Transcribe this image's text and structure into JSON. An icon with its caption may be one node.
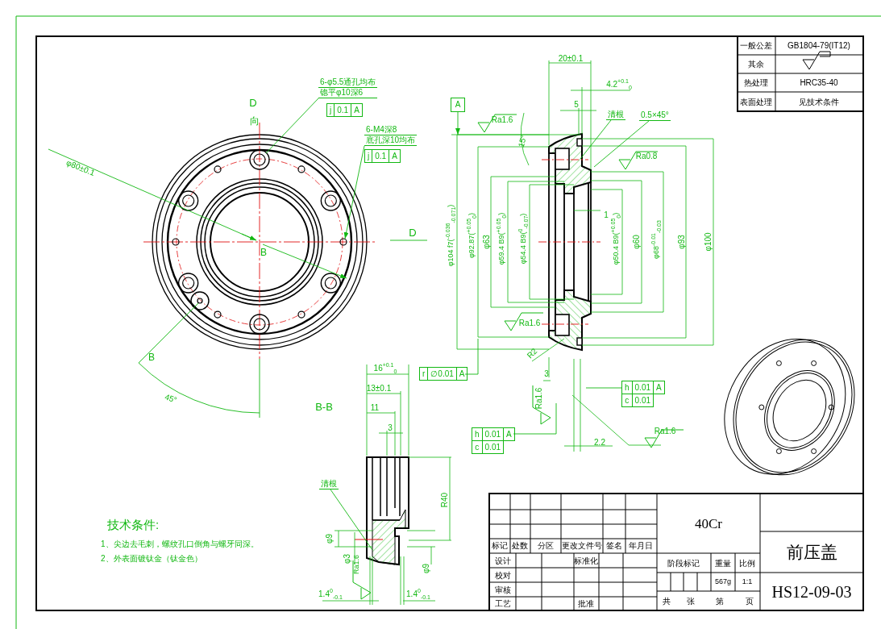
{
  "diagram": {
    "nodes": [
      {
        "text": [
          "6-φ5.5通孔均布",
          "锪平φ10深6"
        ]
      },
      {
        "text": [
          "6-M4深8",
          "底孔深10均布"
        ]
      },
      {
        "text": [
          "清根"
        ]
      },
      {
        "text": [
          "0.5×45°"
        ]
      },
      {
        "text": [
          "清根"
        ]
      },
      {
        "text": [
          "j",
          "0.1",
          "A"
        ]
      },
      {
        "text": [
          "j",
          "0.1",
          "A"
        ]
      },
      {
        "text": [
          "r",
          "∅0.01",
          "A"
        ]
      },
      {
        "text": [
          "h",
          "0.01",
          "A",
          "c",
          "0.01"
        ]
      },
      {
        "text": [
          "h",
          "0.01",
          "A",
          "c",
          "0.01"
        ]
      },
      {
        "text": [
          "A"
        ]
      },
      {
        "text": [],
        "shape": "picture"
      }
    ],
    "edges": [
      {
        "from": 0,
        "to": null,
        "arrow": "none"
      },
      {
        "from": 1,
        "to": null,
        "arrow": "to"
      },
      {
        "from": 2,
        "to": 11,
        "arrow": "none"
      },
      {
        "from": 3,
        "to": 11,
        "arrow": "none"
      },
      {
        "from": 4,
        "to": null,
        "arrow": "none"
      },
      {
        "from": 7,
        "to": null,
        "arrow": "none"
      },
      {
        "from": 8,
        "to": null,
        "arrow": "none"
      },
      {
        "from": 9,
        "to": null,
        "arrow": "none"
      },
      {
        "from": 10,
        "to": null,
        "arrow": "to"
      }
    ],
    "labels": [
      "D",
      "向",
      "φ80±0.1",
      "B",
      "D",
      "B",
      "45°",
      "B-B",
      "20±0.1",
      "4.2$^{+0.1}$$_{0}$",
      "5",
      "Ra1.6",
      "15°",
      "Ra0.8",
      "φ104 f7($^{-0.036}$$_{-0.071}$)",
      "φ92.87($^{+0.05}$$_{0}$)",
      "φ63",
      "φ59.4 B9($^{+0.05}$$_{0}$)",
      "φ54.4 B9($^{0}$$_{-0.07}$)",
      "1",
      "φ50.4 B9($^{+0.05}$$_{0}$)",
      "φ60",
      "φ68$^{-0.01}$$_{-0.03}$",
      "φ93",
      "φ100",
      "Ra1.6",
      "R2",
      "3",
      "Ra1.6",
      "2.2",
      "Ra1.6",
      "16$^{+0.1}$$_{0}$",
      "13±0.1",
      "11",
      "3",
      "R40",
      "φ9",
      "φ3",
      "Ra1.6",
      "φ9",
      "1.4$^{0}$$_{-0.1}$",
      "1.4$^{0}$$_{-0.1}$",
      "技术条件:",
      "1、尖边去毛刺，螺纹孔口倒角与螺牙同深。",
      "2、外表面镀钛金（钛金色）",
      "一般公差",
      "GB1804-79(IT12)",
      "其余",
      "热处理",
      "HRC35-40",
      "表面处理",
      "见技术条件",
      "40Cr",
      "标记",
      "处数",
      "分区",
      "更改文件号",
      "签名",
      "年月日",
      "设计",
      "标准化",
      "校对",
      "审核",
      "工艺",
      "批准",
      "阶段标记",
      "重量",
      "比例",
      "567g",
      "1:1",
      "共",
      "张",
      "第",
      "页",
      "前压盖",
      "HS12-09-03"
    ]
  }
}
